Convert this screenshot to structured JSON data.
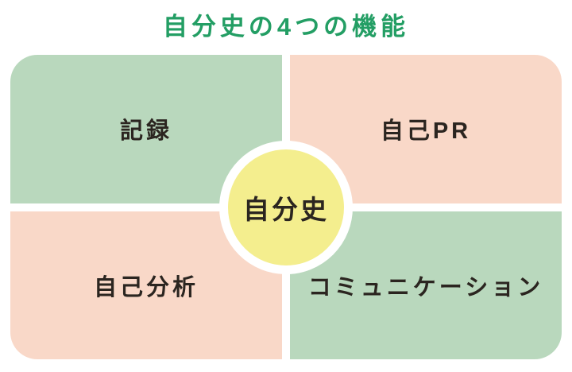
{
  "title": "自分史の4つの機能",
  "quadrants": [
    {
      "id": "record",
      "label": "記録",
      "color": "green",
      "position": "top-left"
    },
    {
      "id": "self-pr",
      "label": "自己PR",
      "color": "pink",
      "position": "top-right"
    },
    {
      "id": "self-analysis",
      "label": "自己分析",
      "color": "pink",
      "position": "bottom-left"
    },
    {
      "id": "communication",
      "label": "コミュニケーション",
      "color": "green",
      "position": "bottom-right"
    }
  ],
  "center": {
    "label": "自分史"
  },
  "colors": {
    "green": "#b9d8bd",
    "pink": "#f9d8c8",
    "yellow": "#f4ee8e",
    "title-green": "#239e64",
    "text-dark": "#2b2520"
  }
}
